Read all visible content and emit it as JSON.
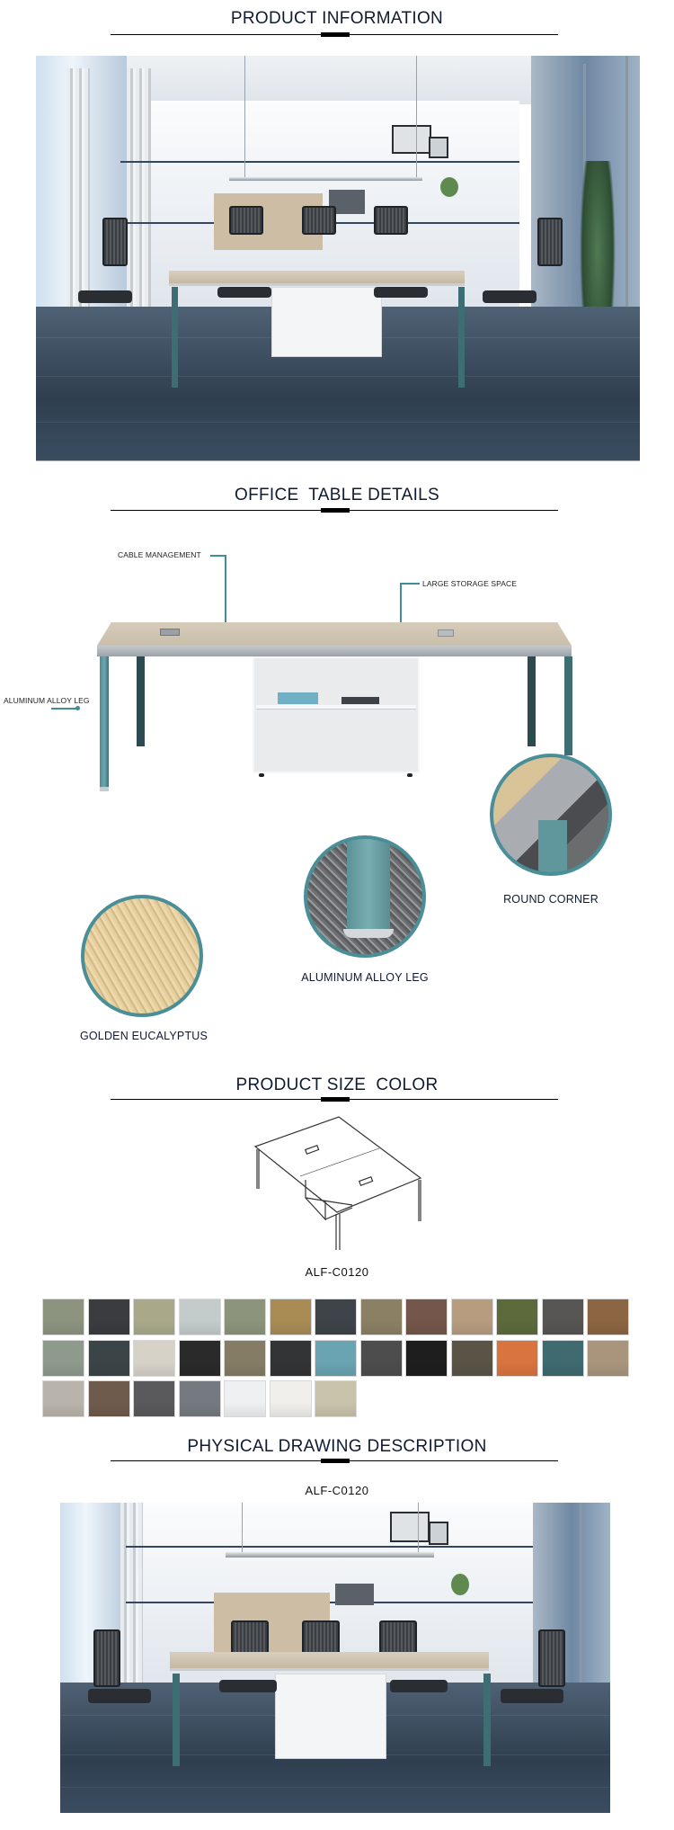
{
  "sections": {
    "product_information": {
      "title": "PRODUCT INFORMATION"
    },
    "office_table_details": {
      "title": "OFFICE  TABLE DETAILS",
      "callouts": {
        "cable_management": "CABLE MANAGEMENT",
        "large_storage_space": "LARGE STORAGE SPACE",
        "aluminum_alloy_leg": "ALUMINUM ALLOY LEG"
      },
      "detail_circles": [
        {
          "label": "ROUND CORNER"
        },
        {
          "label": "ALUMINUM ALLOY LEG"
        },
        {
          "label": "GOLDEN EUCALYPTUS"
        }
      ]
    },
    "product_size_color": {
      "title": "PRODUCT SIZE  COLOR",
      "model": "ALF-C0120",
      "swatches": [
        "#8c9480",
        "#3b3c40",
        "#a9a98a",
        "#c3cbcb",
        "#8d947c",
        "#a98c55",
        "#3e4449",
        "#8c8064",
        "#74574a",
        "#b79c7f",
        "#5d6a3c",
        "#585654",
        "#8c6543",
        "#8d9a8c",
        "#3b4548",
        "#d6d2c8",
        "#2a2a2a",
        "#857c66",
        "#333435",
        "#6aa3b1",
        "#4d4d4e",
        "#1e1e1f",
        "#5a5447",
        "#d9743f",
        "#3f6a70",
        "#a8957c",
        "#b8b4ac",
        "#6f5b4c",
        "#5a5a5c",
        "#757a80",
        "#eef0f2",
        "#f1efec",
        "#c9c3ac"
      ]
    },
    "physical_drawing_description": {
      "title": "PHYSICAL DRAWING DESCRIPTION",
      "model": "ALF-C0120"
    }
  },
  "colors": {
    "heading": "#0f1a33",
    "accent_teal": "#4a8f97",
    "rule": "#000000"
  }
}
